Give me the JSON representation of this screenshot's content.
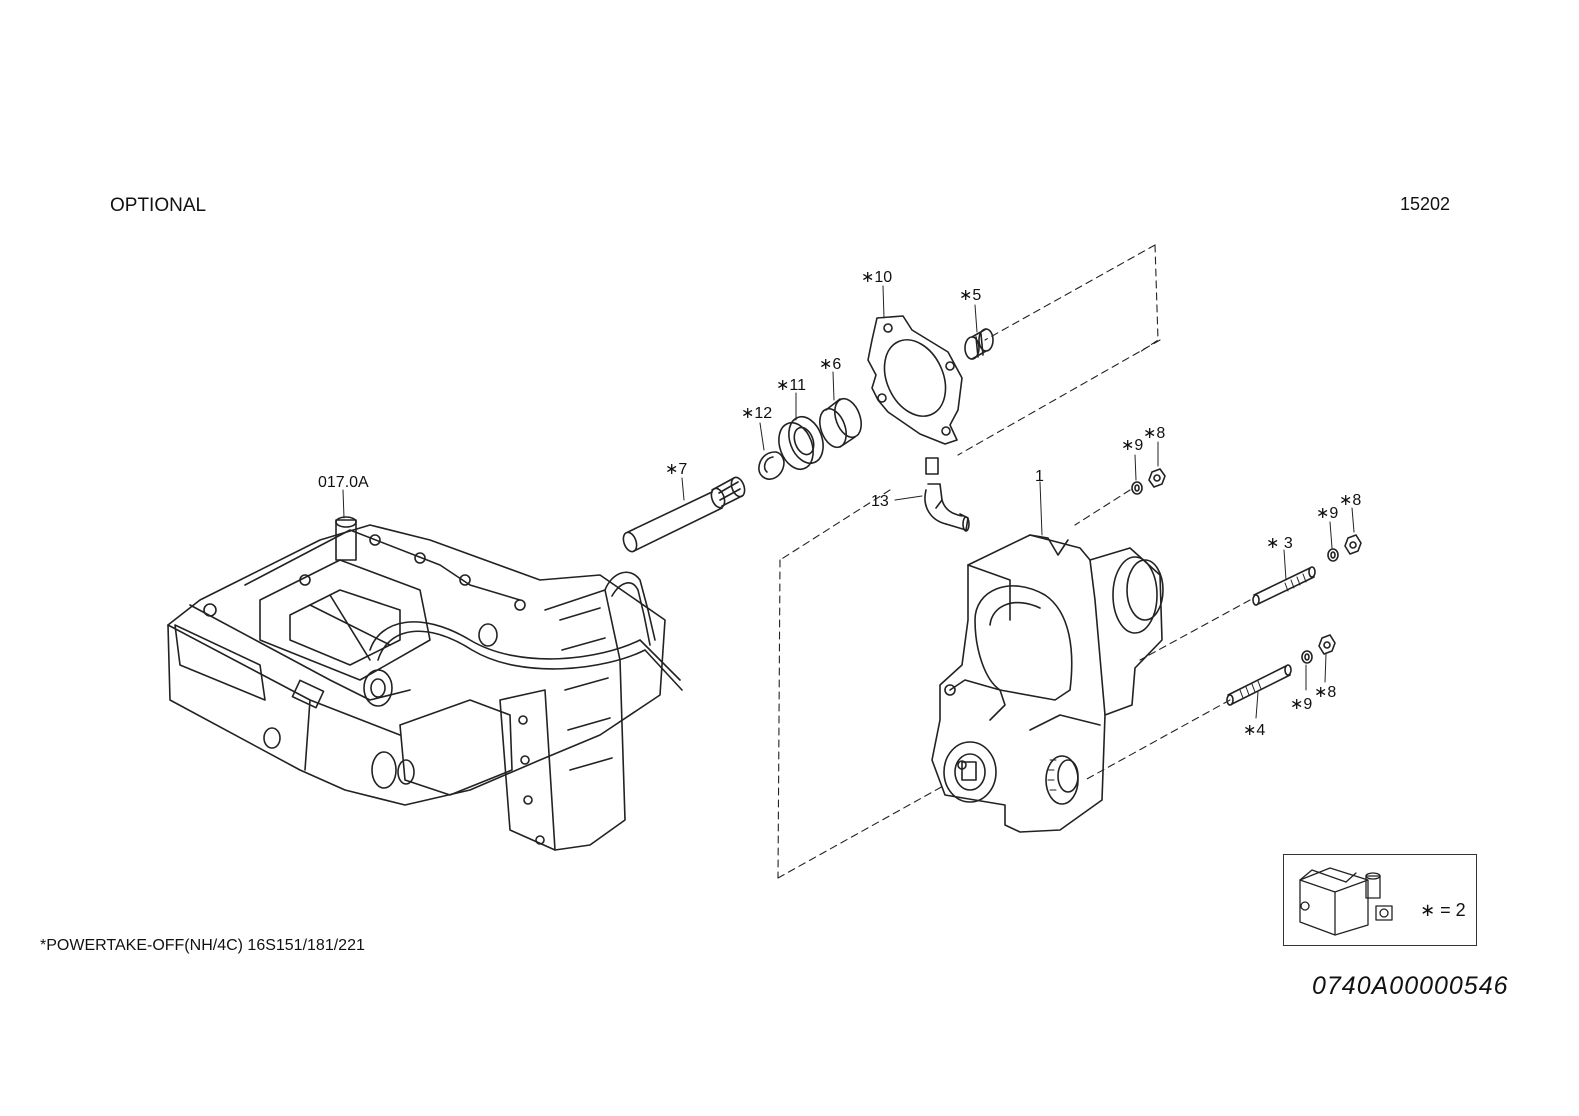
{
  "header": {
    "optional_label": "OPTIONAL",
    "page_number": "15202"
  },
  "footer": {
    "footnote": "*POWERTAKE-OFF(NH/4C) 16S151/181/221",
    "document_id": "0740A00000546"
  },
  "kit_legend": {
    "label": "∗ = 2"
  },
  "callouts": {
    "c10": "∗10",
    "c5": "∗5",
    "c6": "∗6",
    "c11": "∗11",
    "c12": "∗12",
    "c7": "∗7",
    "c13": "13",
    "c1": "1",
    "c9a": "∗9",
    "c8a": "∗8",
    "c9b": "∗9",
    "c8b": "∗8",
    "c3": "∗ 3",
    "c9c": "∗9",
    "c8c": "∗8",
    "c4": "∗4",
    "ref": "017.0A"
  }
}
